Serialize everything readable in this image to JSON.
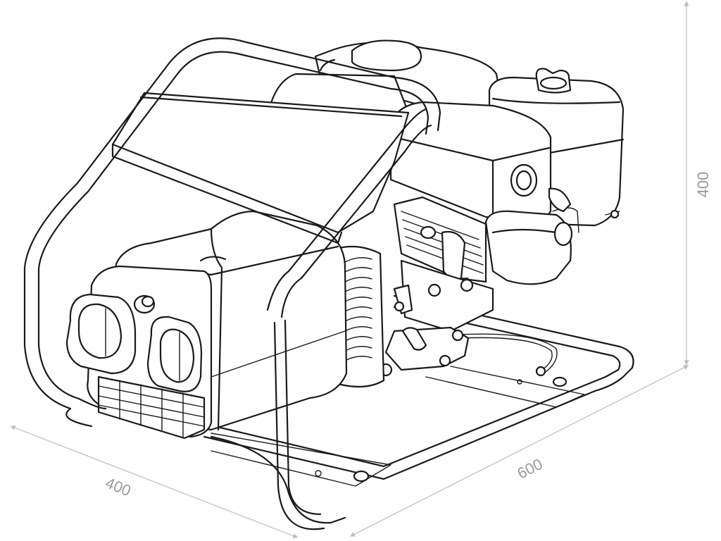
{
  "dimensions": {
    "height_label": "400",
    "depth_label": "400",
    "width_label": "600"
  },
  "colors": {
    "line": "#1a1a1a",
    "dimension_line": "#bdbdbd",
    "dimension_text": "#9a9a9a",
    "background": "#ffffff"
  },
  "icons": {
    "arrow": "dimension-arrow"
  }
}
